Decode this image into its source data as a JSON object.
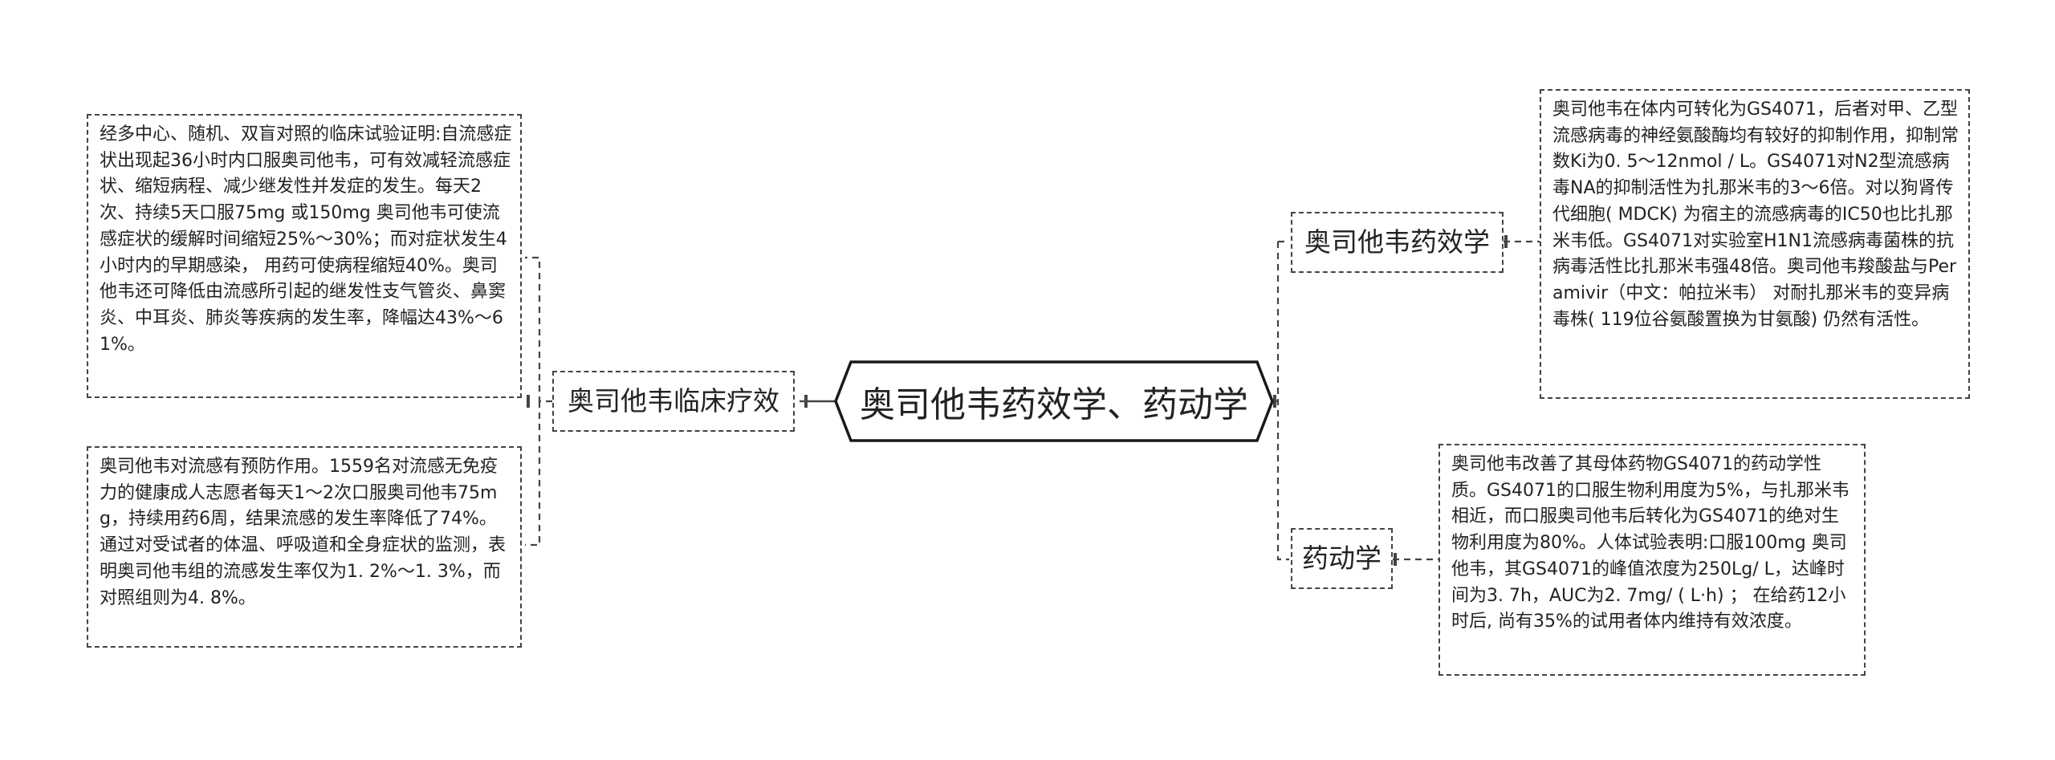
{
  "root": {
    "label": "奥司他韦药效学、药动学"
  },
  "branches": {
    "clinical": {
      "label": "奥司他韦临床疗效",
      "leaves": [
        "经多中心、随机、双盲对照的临床试验证明:自流感症状出现起36小时内口服奥司他韦，可有效减轻流感症状、缩短病程、减少继发性并发症的发生。每天2次、持续5天口服75mg 或150mg 奥司他韦可使流感症状的缓解时间缩短25%～30%；而对症状发生4小时内的早期感染， 用药可使病程缩短40%。奥司他韦还可降低由流感所引起的继发性支气管炎、鼻窦炎、中耳炎、肺炎等疾病的发生率，降幅达43%～61%。",
        "奥司他韦对流感有预防作用。1559名对流感无免疫力的健康成人志愿者每天1～2次口服奥司他韦75mg，持续用药6周，结果流感的发生率降低了74%。通过对受试者的体温、呼吸道和全身症状的监测，表明奥司他韦组的流感发生率仅为1. 2%～1. 3%，而对照组则为4. 8%。"
      ]
    },
    "pharmacodynamics": {
      "label": "奥司他韦药效学",
      "leaves": [
        "奥司他韦在体内可转化为GS4071，后者对甲、乙型流感病毒的神经氨酸酶均有较好的抑制作用，抑制常数Ki为0. 5～12nmol / L。GS4071对N2型流感病毒NA的抑制活性为扎那米韦的3～6倍。对以狗肾传代细胞( MDCK) 为宿主的流感病毒的IC50也比扎那米韦低。GS4071对实验室H1N1流感病毒菌株的抗病毒活性比扎那米韦强48倍。奥司他韦羧酸盐与Peramivir（中文：帕拉米韦） 对耐扎那米韦的变异病毒株( 119位谷氨酸置换为甘氨酸) 仍然有活性。"
      ]
    },
    "pharmacokinetics": {
      "label": "药动学",
      "leaves": [
        "奥司他韦改善了其母体药物GS4071的药动学性质。GS4071的口服生物利用度为5%，与扎那米韦相近，而口服奥司他韦后转化为GS4071的绝对生物利用度为80%。人体试验表明:口服100mg 奥司他韦，其GS4071的峰值浓度为250Lg/ L，达峰时间为3. 7h，AUC为2. 7mg/ ( L·h) ； 在给药12小时后, 尚有35%的试用者体内维持有效浓度。"
      ]
    }
  }
}
